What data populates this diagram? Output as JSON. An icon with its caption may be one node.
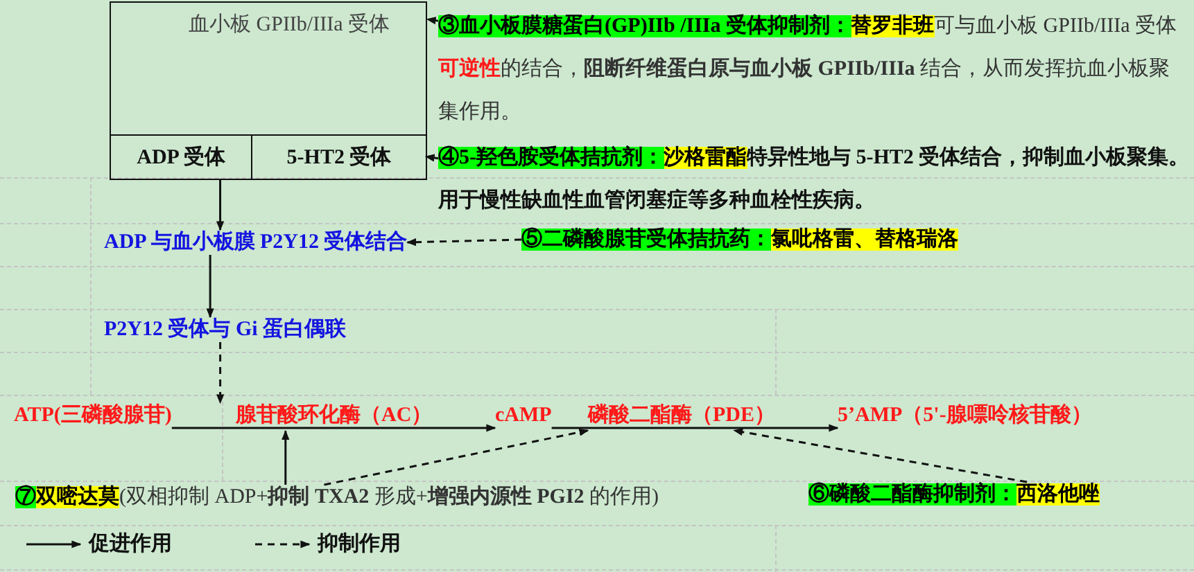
{
  "diagram": {
    "nodes": [
      {
        "text": [
          "血小板 GPIIb/IIIa 受体"
        ]
      },
      {
        "text": [
          "ADP 受体"
        ],
        "in": 0
      },
      {
        "text": [
          "5-HT2 受体"
        ],
        "in": 0
      },
      {
        "text": [
          "③血小板膜糖蛋白(GP)IIb /IIIa 受体抑制剂：",
          "替罗非班",
          "可与血小板 GPIIb/IIIa 受体",
          "可逆性",
          "的结合，**阻断纤维蛋白原与血小板 GPIIb/IIIa** 结合，从而发挥抗血小板聚集作用。"
        ]
      },
      {
        "text": [
          "④5-羟色胺受体拮抗剂：",
          "沙格雷酯",
          "特异性地与 5-HT2 受体结合，抑制血小板聚集。用于慢性缺血性血管闭塞症等多种血栓性疾病。"
        ]
      },
      {
        "text": [
          "ADP 与血小板膜 P2Y12 受体结合"
        ]
      },
      {
        "text": [
          "⑤二磷酸腺苷受体拮抗药：",
          "氯吡格雷、",
          "替格瑞洛"
        ]
      },
      {
        "text": [
          "P2Y12 受体与 Gi 蛋白偶联"
        ]
      },
      {
        "text": [
          "ATP(三磷酸腺苷)"
        ]
      },
      {
        "text": [
          "腺苷酸环化酶（AC）"
        ]
      },
      {
        "text": [
          "cAMP"
        ]
      },
      {
        "text": [
          "磷酸二酯酶（PDE）"
        ]
      },
      {
        "text": [
          "5’AMP（5'-腺嘌呤核苷酸）"
        ]
      },
      {
        "text": [
          "⑦",
          "双嘧达莫",
          "(双相抑制 ADP+**抑制 TXA2** 形成+**增强内源性 PGI2** 的作用)"
        ]
      },
      {
        "text": [
          "⑥磷酸二酯酶抑制剂：",
          "西洛他唑"
        ]
      }
    ],
    "edges": [
      {
        "from": 3,
        "to": 0,
        "arrow": "to",
        "style": "dashed"
      },
      {
        "from": 4,
        "to": 2,
        "arrow": "to",
        "style": "dashed"
      },
      {
        "from": 1,
        "to": 5,
        "arrow": "to"
      },
      {
        "from": 6,
        "to": 5,
        "arrow": "to",
        "style": "dashed"
      },
      {
        "from": 5,
        "to": 7,
        "arrow": "to"
      },
      {
        "from": 7,
        "to": 9,
        "arrow": "to",
        "style": "dashed"
      },
      {
        "from": 8,
        "to": 10,
        "arrow": "to"
      },
      {
        "from": 10,
        "to": 12,
        "arrow": "to"
      },
      {
        "from": 13,
        "to": 9,
        "arrow": "to"
      },
      {
        "from": 13,
        "to": 11,
        "arrow": "to",
        "style": "dashed"
      },
      {
        "from": 14,
        "to": 11,
        "arrow": "to",
        "style": "dashed"
      }
    ],
    "legend": [
      {
        "text": "促进作用"
      },
      {
        "text": "抑制作用"
      }
    ]
  }
}
